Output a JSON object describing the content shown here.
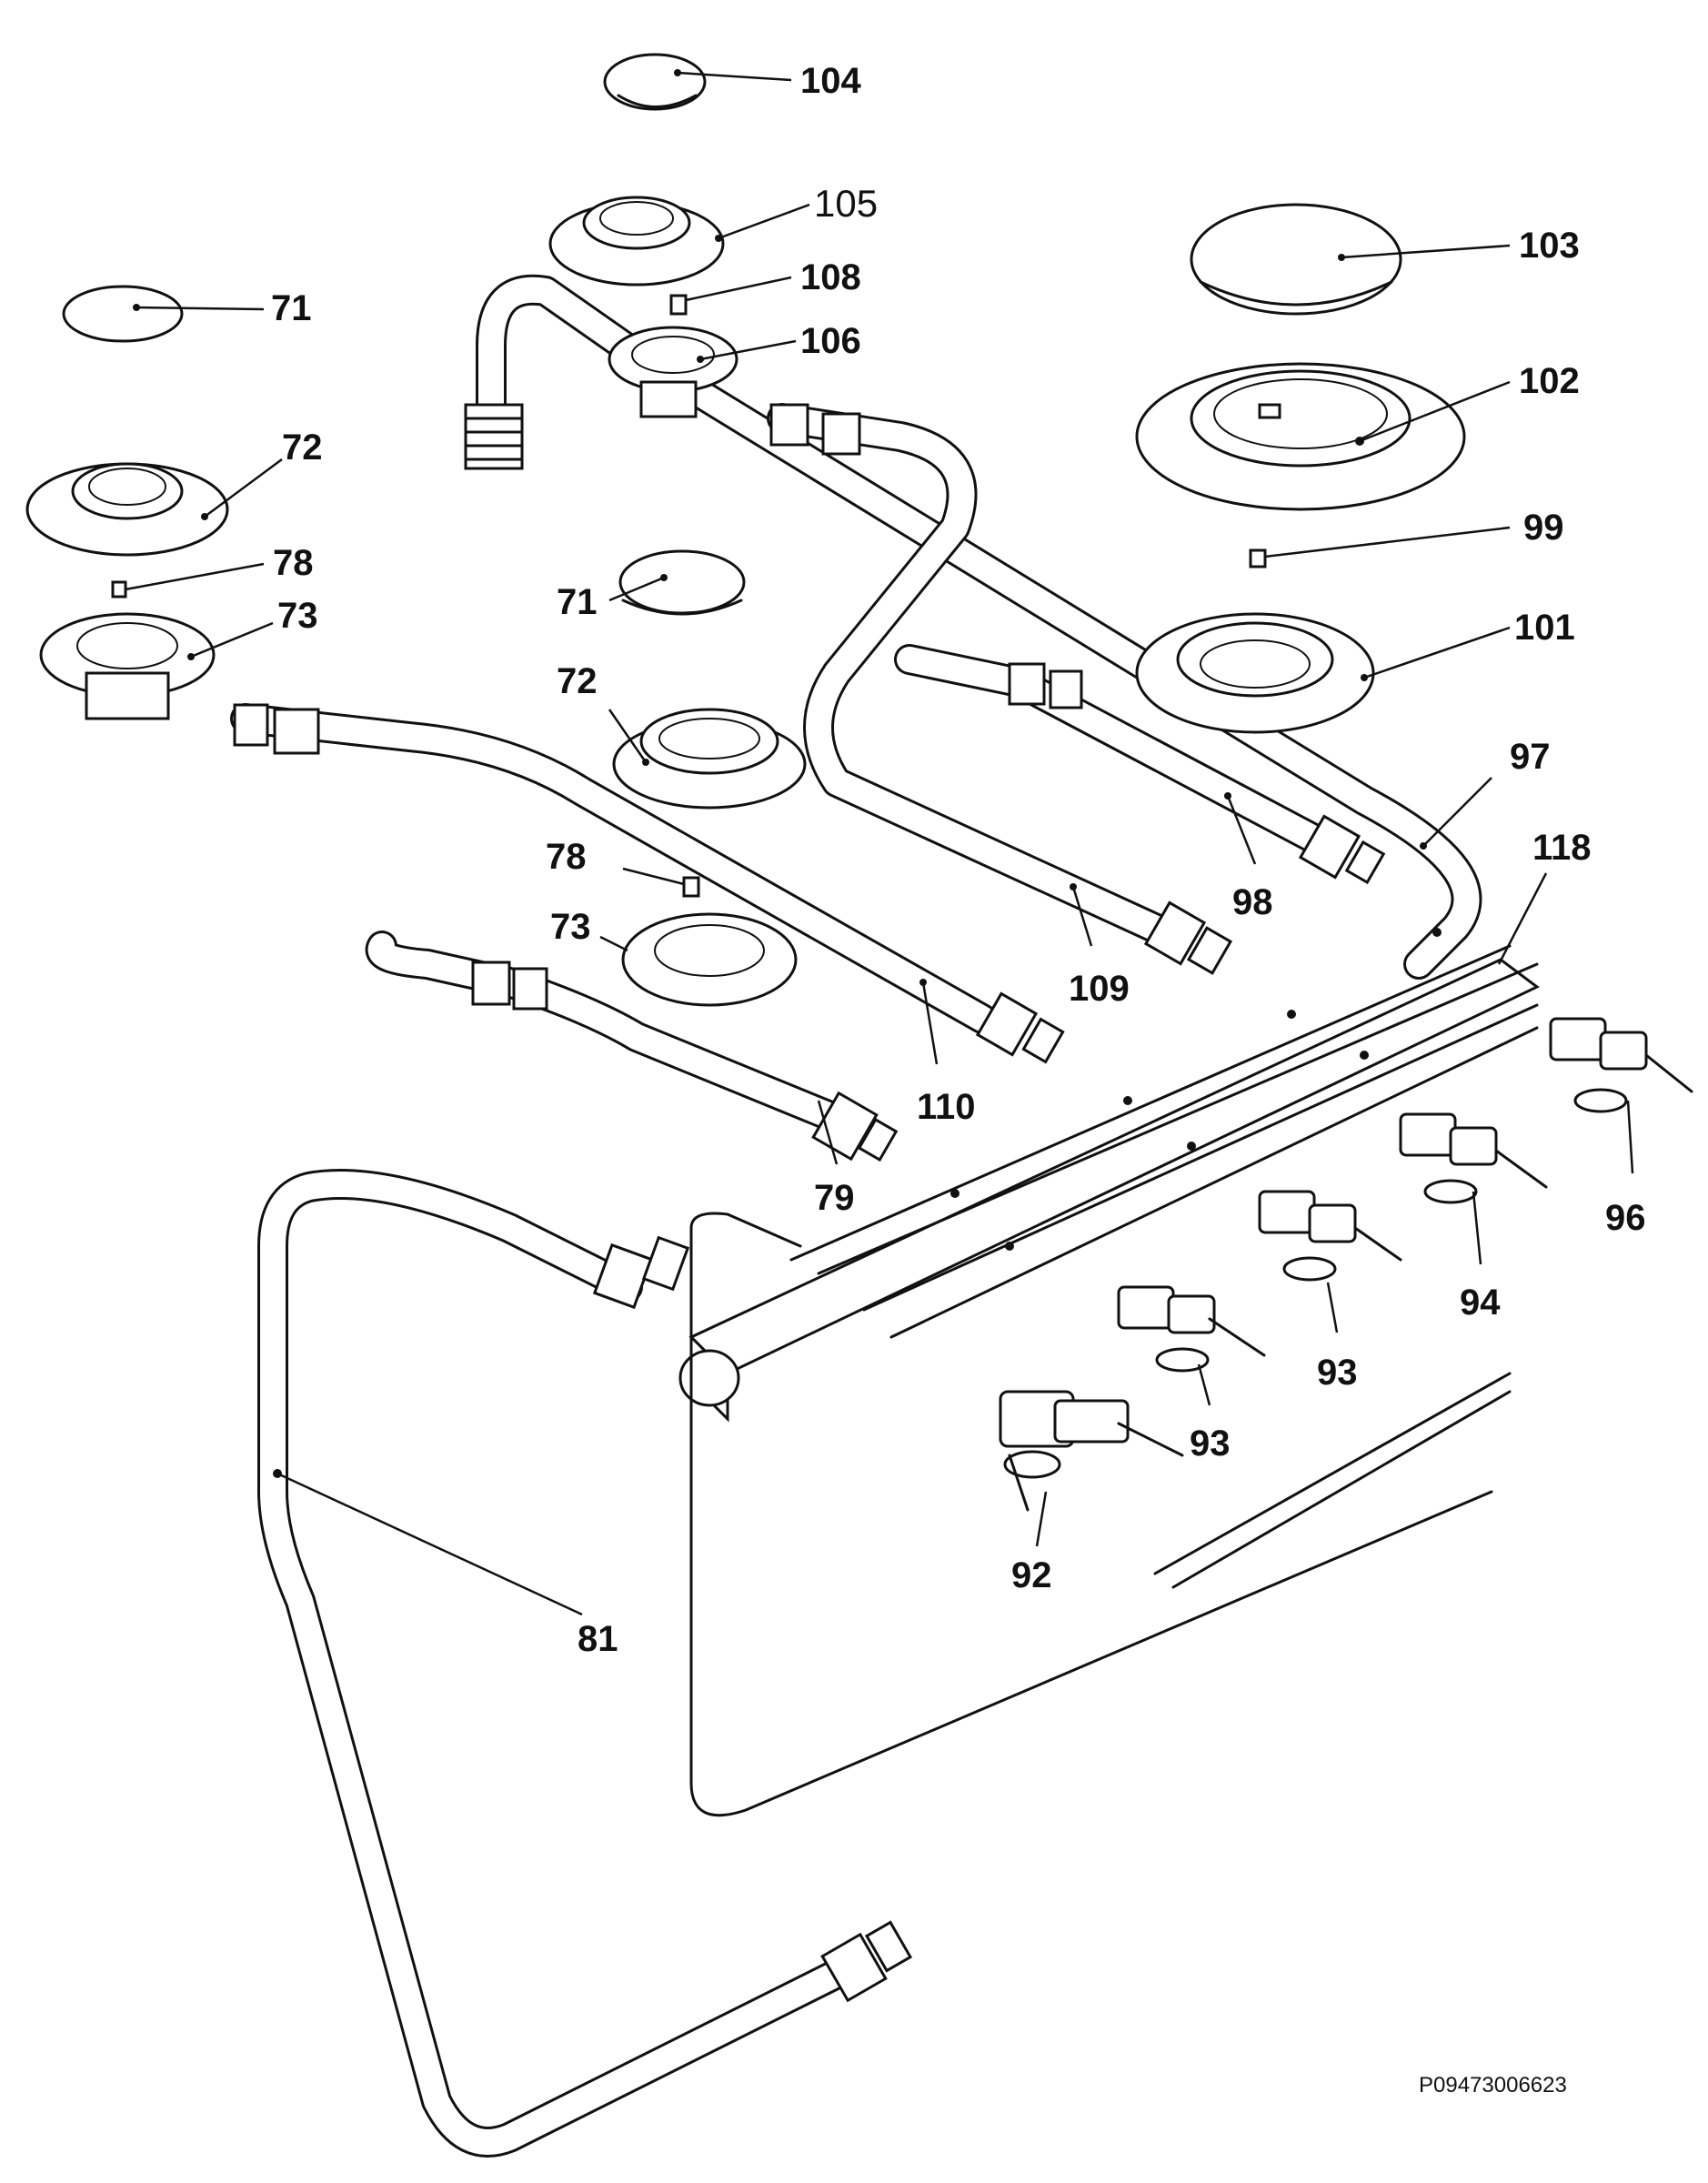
{
  "callouts": {
    "c104": "104",
    "c105": "105",
    "c108": "108",
    "c106": "106",
    "c103": "103",
    "c102": "102",
    "c99": "99",
    "c101": "101",
    "c71a": "71",
    "c72a": "72",
    "c78a": "78",
    "c73a": "73",
    "c71b": "71",
    "c72b": "72",
    "c78b": "78",
    "c73b": "73",
    "c97": "97",
    "c118": "118",
    "c98": "98",
    "c109": "109",
    "c110": "110",
    "c79": "79",
    "c96": "96",
    "c94": "94",
    "c93a": "93",
    "c93b": "93",
    "c92": "92",
    "c81": "81"
  },
  "drawing_code": "P09473006623"
}
